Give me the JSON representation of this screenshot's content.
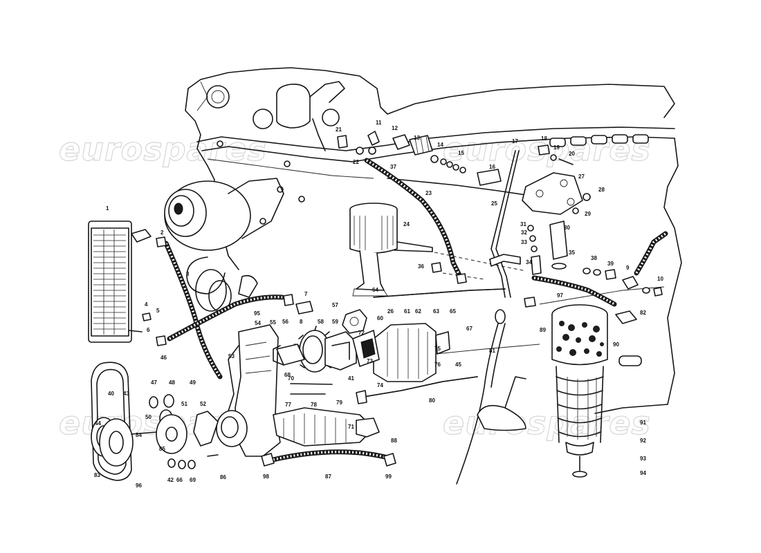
{
  "watermark": {
    "text": "eurospares"
  },
  "labels": [
    "1",
    "2",
    "3",
    "4",
    "5",
    "6",
    "7",
    "8",
    "9",
    "10",
    "11",
    "12",
    "13",
    "14",
    "15",
    "16",
    "17",
    "18",
    "19",
    "20",
    "21",
    "22",
    "23",
    "24",
    "25",
    "26",
    "27",
    "28",
    "29",
    "30",
    "31",
    "32",
    "33",
    "34",
    "35",
    "36",
    "37",
    "38",
    "39",
    "40",
    "41",
    "42",
    "43",
    "44",
    "45",
    "46",
    "47",
    "48",
    "49",
    "50",
    "51",
    "52",
    "53",
    "54",
    "55",
    "56",
    "57",
    "58",
    "59",
    "60",
    "61",
    "62",
    "63",
    "64",
    "65",
    "66",
    "67",
    "68",
    "69",
    "70",
    "71",
    "72",
    "73",
    "74",
    "75",
    "76",
    "77",
    "78",
    "79",
    "80",
    "81",
    "82",
    "83",
    "84",
    "85",
    "86",
    "87",
    "88",
    "89",
    "90",
    "91",
    "92",
    "93",
    "94",
    "95",
    "96",
    "97",
    "98",
    "99"
  ]
}
